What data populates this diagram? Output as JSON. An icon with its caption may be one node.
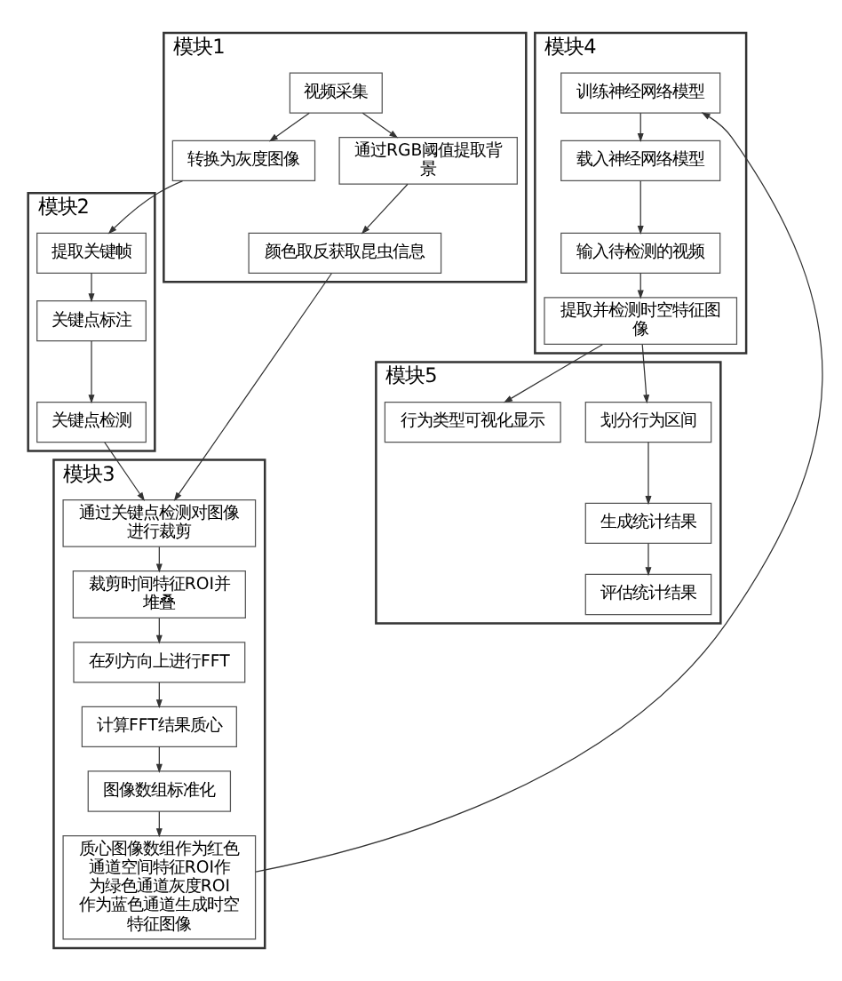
{
  "diagram": {
    "nodes": [
      {
        "text": [
          "模块1"
        ]
      },
      {
        "text": [
          "视频采集"
        ],
        "in": 0
      },
      {
        "text": [
          "通过RGB阈值提取背景"
        ],
        "in": 0
      },
      {
        "text": [
          "颜色取反获取昆虫信息"
        ],
        "in": 0
      },
      {
        "text": [
          "转换为灰度图像"
        ],
        "in": 0
      },
      {
        "text": [
          "模块2"
        ]
      },
      {
        "text": [
          "提取关键帧"
        ],
        "in": 5
      },
      {
        "text": [
          "关键点标注"
        ],
        "in": 5
      },
      {
        "text": [
          "关键点检测"
        ],
        "in": 5
      },
      {
        "text": [
          "模块3"
        ]
      },
      {
        "text": [
          "通过关键点检测对图像进行裁剪"
        ],
        "in": 9
      },
      {
        "text": [
          "裁剪时间特征ROI并堆叠"
        ],
        "in": 9
      },
      {
        "text": [
          "在列方向上进行FFT"
        ],
        "in": 9
      },
      {
        "text": [
          "计算FFT结果质心"
        ],
        "in": 9
      },
      {
        "text": [
          "图像数组标准化"
        ],
        "in": 9
      },
      {
        "text": [
          "质心图像数组作为红色通道空间特征ROI作为绿色通道灰度ROI作为蓝色通道生成时空特征图像"
        ],
        "in": 9
      },
      {
        "text": [
          "模块4"
        ]
      },
      {
        "text": [
          "训练神经网络模型"
        ],
        "in": 16
      },
      {
        "text": [
          "载入神经网络模型"
        ],
        "in": 16
      },
      {
        "text": [
          "输入待检测的视频"
        ],
        "in": 16
      },
      {
        "text": [
          "提取并检测时空特征图像"
        ],
        "in": 16
      },
      {
        "text": [
          "模块5"
        ]
      },
      {
        "text": [
          "划分行为区间"
        ],
        "in": 21
      },
      {
        "text": [
          "生成统计结果"
        ],
        "in": 21
      },
      {
        "text": [
          "评估统计结果"
        ],
        "in": 21
      },
      {
        "text": [
          "行为类型可视化显示"
        ],
        "in": 21
      }
    ],
    "edges": [
      {
        "from": 1,
        "to": 2,
        "arrow": "to"
      },
      {
        "from": 1,
        "to": 4,
        "arrow": "to"
      },
      {
        "from": 2,
        "to": 3,
        "arrow": "to"
      },
      {
        "from": 4,
        "to": 6,
        "arrow": "to"
      },
      {
        "from": 6,
        "to": 7,
        "arrow": "to"
      },
      {
        "from": 7,
        "to": 8,
        "arrow": "to"
      },
      {
        "from": 3,
        "to": 10,
        "arrow": "to"
      },
      {
        "from": 8,
        "to": 10,
        "arrow": "to"
      },
      {
        "from": 10,
        "to": 11,
        "arrow": "to"
      },
      {
        "from": 11,
        "to": 12,
        "arrow": "to"
      },
      {
        "from": 12,
        "to": 13,
        "arrow": "to"
      },
      {
        "from": 13,
        "to": 14,
        "arrow": "to"
      },
      {
        "from": 14,
        "to": 15,
        "arrow": "to"
      },
      {
        "from": 15,
        "to": 17,
        "arrow": "to"
      },
      {
        "from": 17,
        "to": 18,
        "arrow": "to"
      },
      {
        "from": 18,
        "to": 19,
        "arrow": "to"
      },
      {
        "from": 19,
        "to": 20,
        "arrow": "to"
      },
      {
        "from": 20,
        "to": 22,
        "arrow": "to"
      },
      {
        "from": 20,
        "to": 25,
        "arrow": "to"
      },
      {
        "from": 22,
        "to": 23,
        "arrow": "to"
      },
      {
        "from": 23,
        "to": 24,
        "arrow": "to"
      }
    ]
  }
}
